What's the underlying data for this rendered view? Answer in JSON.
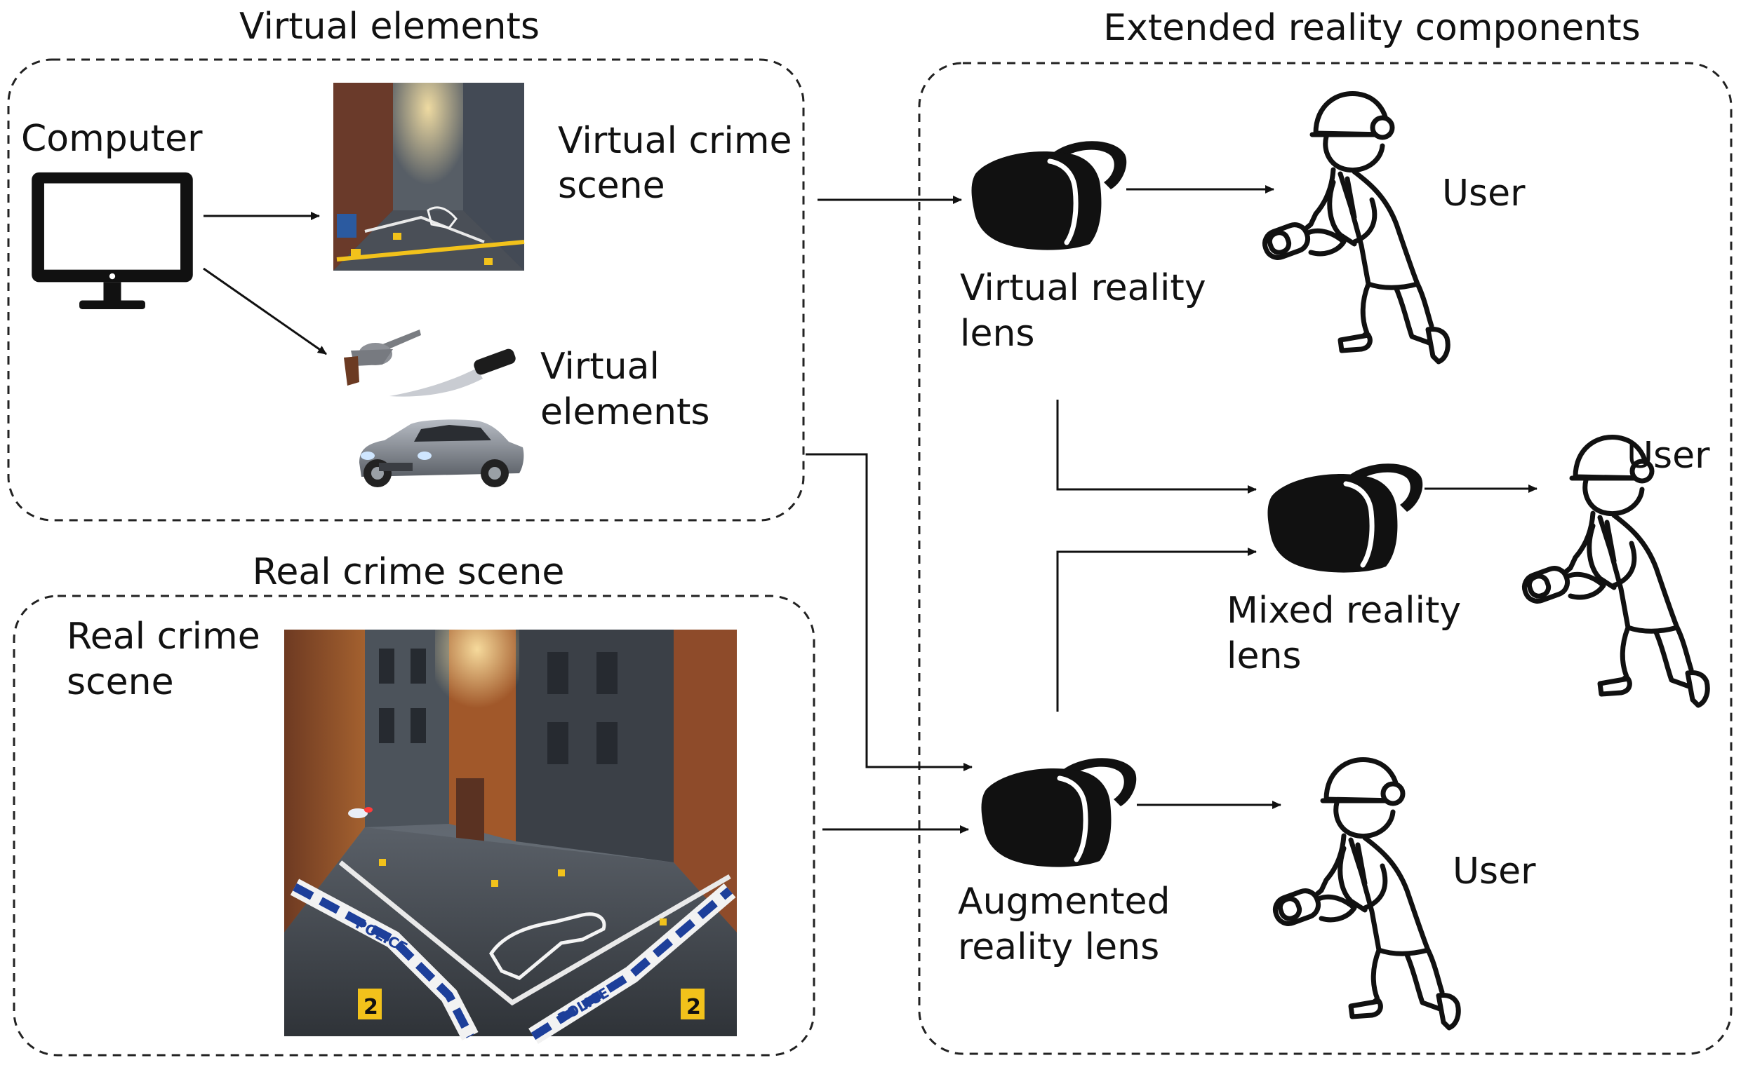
{
  "panels": {
    "virtual_elements": {
      "title": "Virtual elements",
      "computer_label": "Computer",
      "scene_label_line1": "Virtual crime",
      "scene_label_line2": "scene",
      "elements_label_line1": "Virtual",
      "elements_label_line2": "elements"
    },
    "real_scene": {
      "title": "Real crime scene",
      "label_line1": "Real crime",
      "label_line2": "scene",
      "tape_text": "POLICE",
      "marker_text": "2"
    },
    "xr_components": {
      "title": "Extended reality components",
      "vr_label_line1": "Virtual reality",
      "vr_label_line2": "lens",
      "mr_label_line1": "Mixed reality",
      "mr_label_line2": "lens",
      "ar_label_line1": "Augmented",
      "ar_label_line2": "reality lens",
      "user_label": "User"
    }
  },
  "icons": [
    "computer-monitor-icon",
    "revolver-icon",
    "knife-icon",
    "car-icon",
    "vr-headset-icon",
    "investigator-icon"
  ],
  "colors": {
    "ink": "#111111",
    "brick": "#8a4a2c",
    "night": "#2b3038",
    "police_tape": "#1d3f9a",
    "evidence_yellow": "#f2c21b"
  }
}
